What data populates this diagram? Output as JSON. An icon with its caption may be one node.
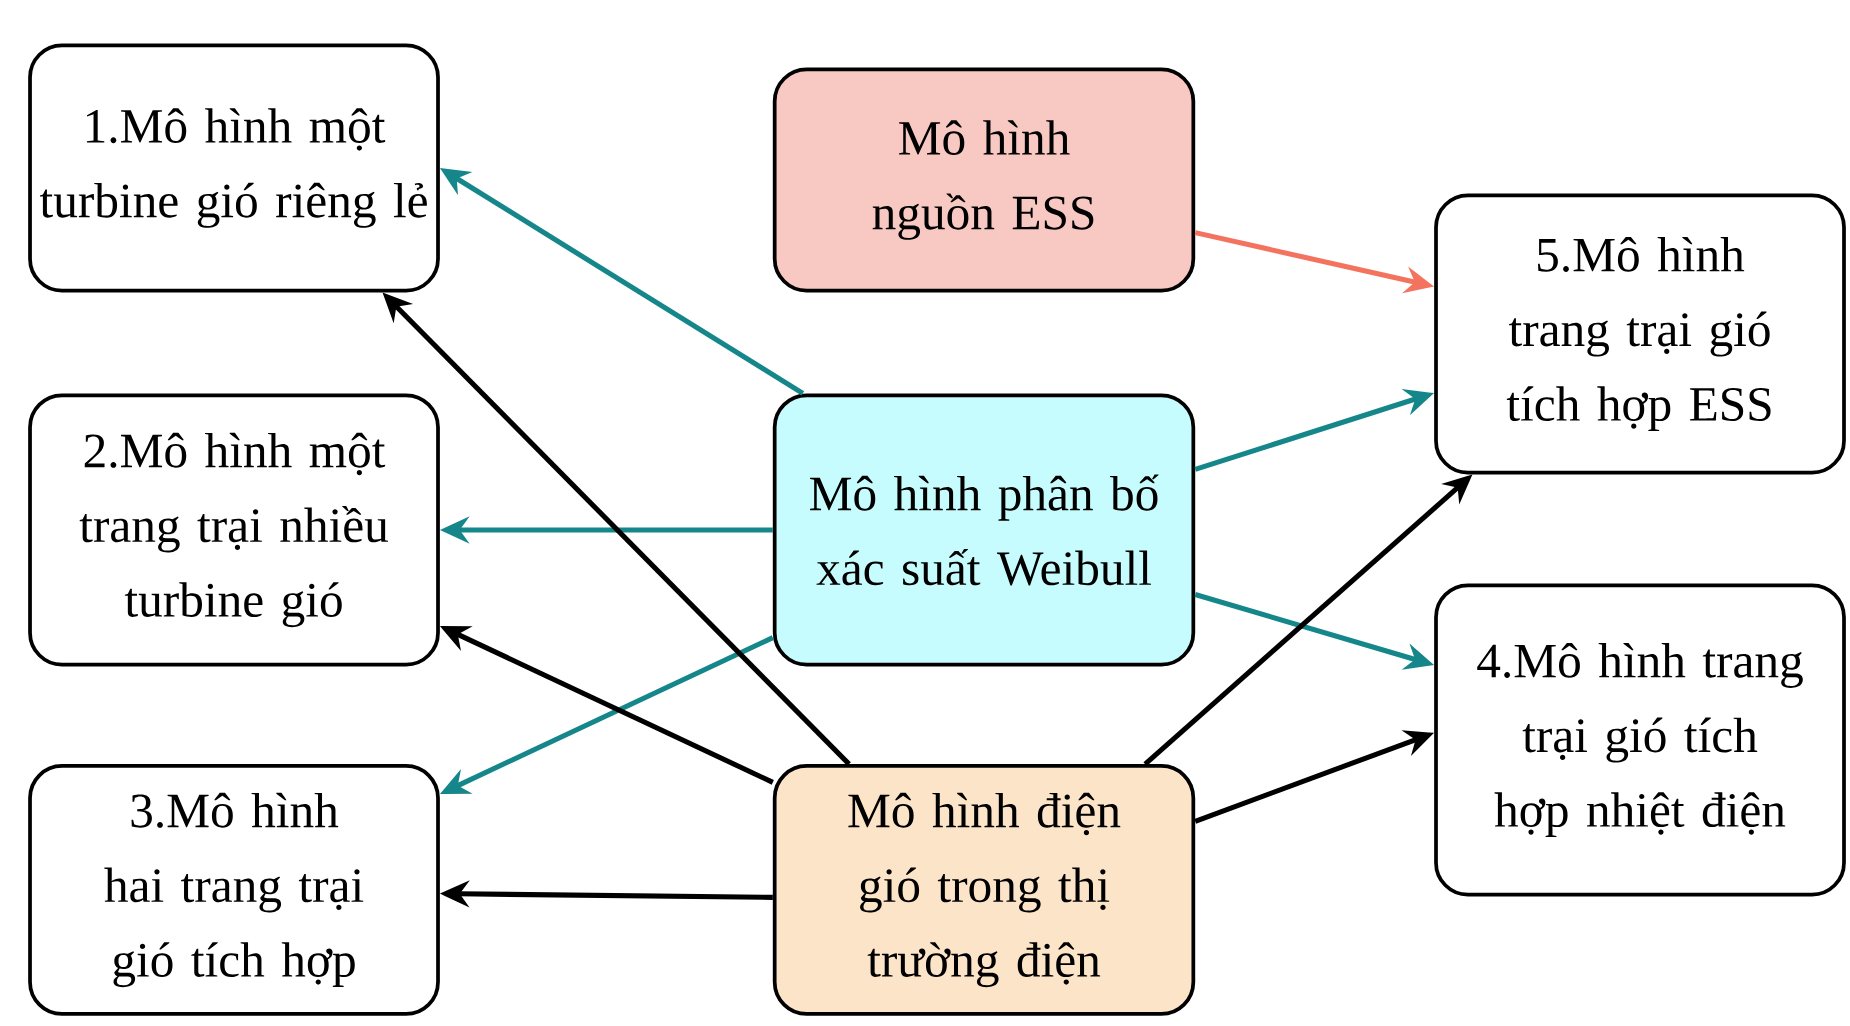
{
  "diagram": {
    "nodes": [
      {
        "text": [
          "1.Mô hình một turbine gió riêng lẻ"
        ]
      },
      {
        "text": [
          "Mô hình nguồn ESS"
        ]
      },
      {
        "text": [
          "5.Mô hình trang trại gió tích hợp ESS"
        ]
      },
      {
        "text": [
          "2.Mô hình một trang trại nhiều turbine gió"
        ]
      },
      {
        "text": [
          "Mô hình phân bố xác suất Weibull"
        ]
      },
      {
        "text": [
          "4.Mô hình trang trại gió tích hợp nhiệt điện"
        ]
      },
      {
        "text": [
          "3.Mô hình hai trang trại gió tích hợp"
        ]
      },
      {
        "text": [
          "Mô hình điện gió trong thị trường điện"
        ]
      }
    ],
    "edges": [
      {
        "from": 1,
        "to": 2,
        "arrow": "to",
        "color": "#f4735f"
      },
      {
        "from": 4,
        "to": 0,
        "arrow": "to",
        "color": "#15878a"
      },
      {
        "from": 4,
        "to": 3,
        "arrow": "to",
        "color": "#15878a"
      },
      {
        "from": 4,
        "to": 6,
        "arrow": "to",
        "color": "#15878a"
      },
      {
        "from": 4,
        "to": 2,
        "arrow": "to",
        "color": "#15878a"
      },
      {
        "from": 4,
        "to": 5,
        "arrow": "to",
        "color": "#15878a"
      },
      {
        "from": 7,
        "to": 0,
        "arrow": "to",
        "color": "#000000"
      },
      {
        "from": 7,
        "to": 3,
        "arrow": "to",
        "color": "#000000"
      },
      {
        "from": 7,
        "to": 6,
        "arrow": "to",
        "color": "#000000"
      },
      {
        "from": 7,
        "to": 2,
        "arrow": "to",
        "color": "#000000"
      },
      {
        "from": 7,
        "to": 5,
        "arrow": "to",
        "color": "#000000"
      }
    ]
  }
}
